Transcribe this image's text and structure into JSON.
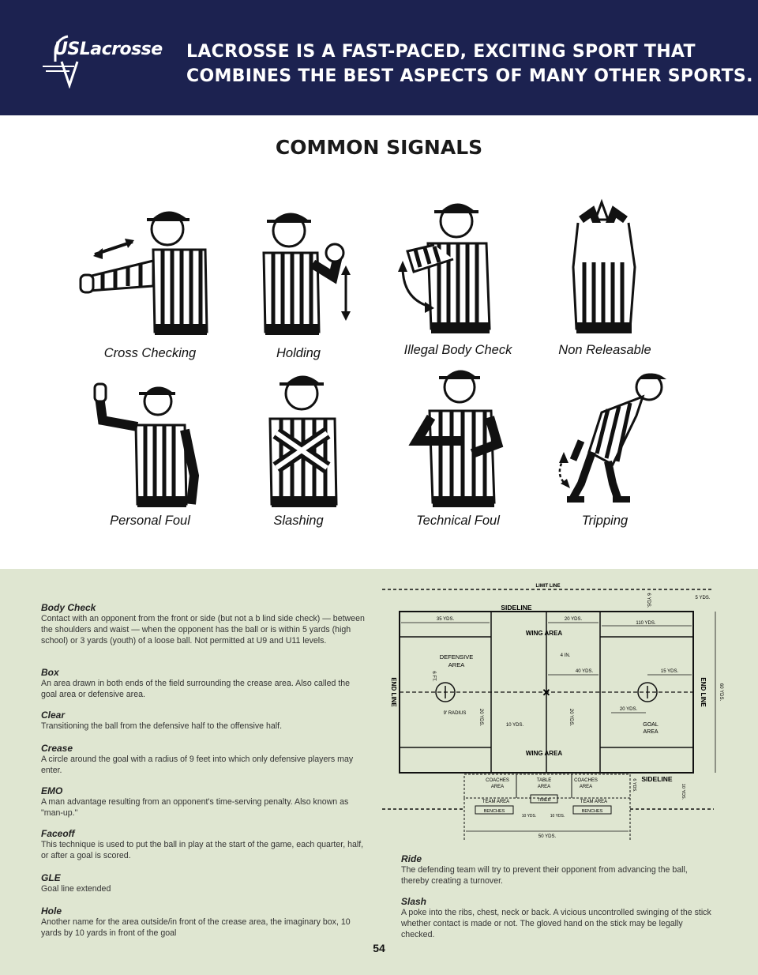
{
  "header": {
    "logo_text": "USLacrosse",
    "tagline_line1": "LACROSSE IS A FAST-PACED, EXCITING SPORT THAT",
    "tagline_line2": "COMBINES THE BEST ASPECTS OF MANY OTHER SPORTS."
  },
  "signals": {
    "title": "COMMON SIGNALS",
    "items": [
      {
        "label": "Cross Checking"
      },
      {
        "label": "Holding"
      },
      {
        "label": "Illegal Body Check"
      },
      {
        "label": "Non Releasable"
      },
      {
        "label": "Personal Foul"
      },
      {
        "label": "Slashing"
      },
      {
        "label": "Technical Foul"
      },
      {
        "label": "Tripping"
      }
    ]
  },
  "glossary": {
    "left": [
      {
        "term": "Body Check",
        "def": "Contact with an opponent from the front or side (but not a b lind side check) — between the shoulders and waist — when the opponent has the ball or is within 5 yards (high school) or 3 yards (youth) of a loose ball. Not permitted at U9 and U11 levels."
      },
      {
        "term": "Box",
        "def": "An area drawn in both ends of the field surrounding the crease area. Also called the goal area or defensive area."
      },
      {
        "term": "Clear",
        "def": "Transitioning the ball from the defensive half to the offensive half."
      },
      {
        "term": "Crease",
        "def": "A circle around the goal with a radius of 9 feet into which only defensive players may enter."
      },
      {
        "term": "EMO",
        "def": "A man advantage resulting from an opponent's time-serving penalty. Also known as \"man-up.\""
      },
      {
        "term": "Faceoff",
        "def": "This technique is used to put the ball in play at the start of the game, each quarter, half, or after a goal is scored."
      },
      {
        "term": "GLE",
        "def": "Goal line extended"
      },
      {
        "term": "Hole",
        "def": "Another name for the area outside/in front of the crease area, the imaginary box, 10 yards by 10 yards in front of the goal"
      }
    ],
    "right": [
      {
        "term": "Ride",
        "def": "The defending team will try to prevent their opponent from advancing the ball, thereby creating a turnover."
      },
      {
        "term": "Slash",
        "def": "A poke into the ribs, chest, neck or back. A vicious uncontrolled swinging of the stick whether contact is made or not. The gloved hand on the stick may be legally checked."
      }
    ]
  },
  "field_diagram": {
    "limit_line": "LIMIT LINE",
    "sideline_top": "SIDELINE",
    "sideline_bottom": "SIDELINE",
    "wing_area_top": "WING AREA",
    "wing_area_bottom": "WING AREA",
    "end_line_left": "END LINE",
    "end_line_right": "END LINE",
    "defensive_area": "DEFENSIVE",
    "defensive_area2": "AREA",
    "goal_area": "GOAL",
    "goal_area2": "AREA",
    "dim_35": "35 YDS.",
    "dim_20a": "20 YDS.",
    "dim_110": "110 YDS.",
    "dim_5": "5 YDS.",
    "dim_6a": "6 YDS.",
    "dim_4in": "4 IN.",
    "dim_40": "40 YDS.",
    "dim_15": "15 YDS.",
    "dim_6ft": "6 FT.",
    "dim_9r": "9' RADIUS",
    "dim_20b": "20 YDS.",
    "dim_20c": "20 YDS.",
    "dim_20d": "20 YDS.",
    "dim_10": "10 YDS.",
    "dim_60": "60 YDS.",
    "coaches_area": "COACHES",
    "area": "AREA",
    "table_area": "TABLE",
    "team_area": "TEAM AREA",
    "timer": "TIMER",
    "benches": "BENCHES",
    "dim_10b": "10 YDS.",
    "dim_10c": "10 YDS.",
    "dim_6b": "6 YDS.",
    "dim_10d": "10 YDS.",
    "dim_50": "50 YDS."
  },
  "page_number": "54"
}
